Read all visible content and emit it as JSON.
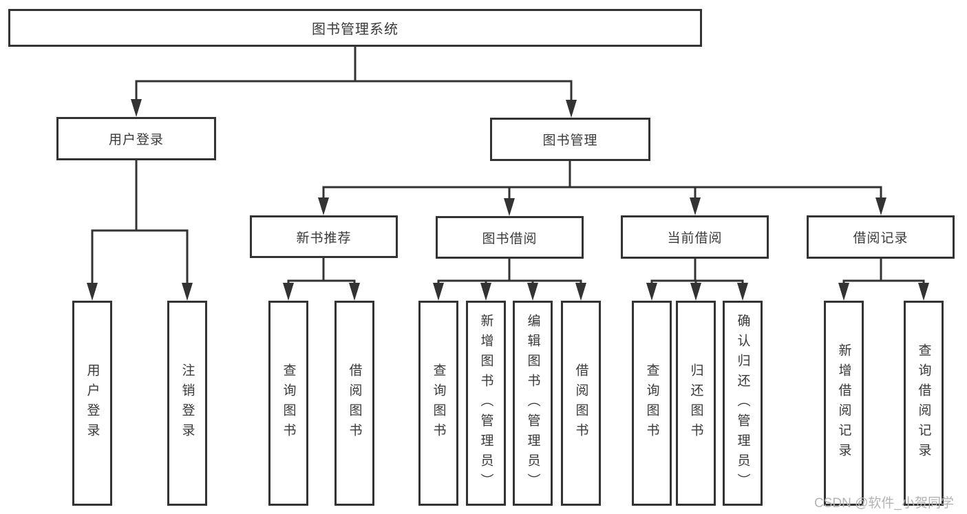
{
  "tree": {
    "label": "图书管理系统",
    "children": [
      {
        "label": "用户登录",
        "children": [
          {
            "label": "用户登录"
          },
          {
            "label": "注销登录"
          }
        ]
      },
      {
        "label": "图书管理",
        "children": [
          {
            "label": "新书推荐",
            "children": [
              {
                "label": "查询图书"
              },
              {
                "label": "借阅图书"
              }
            ]
          },
          {
            "label": "图书借阅",
            "children": [
              {
                "label": "查询图书"
              },
              {
                "label": "新增图书（管理员）"
              },
              {
                "label": "编辑图书（管理员）"
              },
              {
                "label": "借阅图书"
              }
            ]
          },
          {
            "label": "当前借阅",
            "children": [
              {
                "label": "查询图书"
              },
              {
                "label": "归还图书"
              },
              {
                "label": "确认归还（管理员）"
              }
            ]
          },
          {
            "label": "借阅记录",
            "children": [
              {
                "label": "新增借阅记录"
              },
              {
                "label": "查询借阅记录"
              }
            ]
          }
        ]
      }
    ]
  },
  "watermark": {
    "text": "CSDN @软件_小贺同学"
  },
  "colors": {
    "line": "#333333",
    "border": "#333333",
    "text": "#3a3a3a",
    "watermark": "#b3b3b3",
    "background": "#ffffff"
  }
}
